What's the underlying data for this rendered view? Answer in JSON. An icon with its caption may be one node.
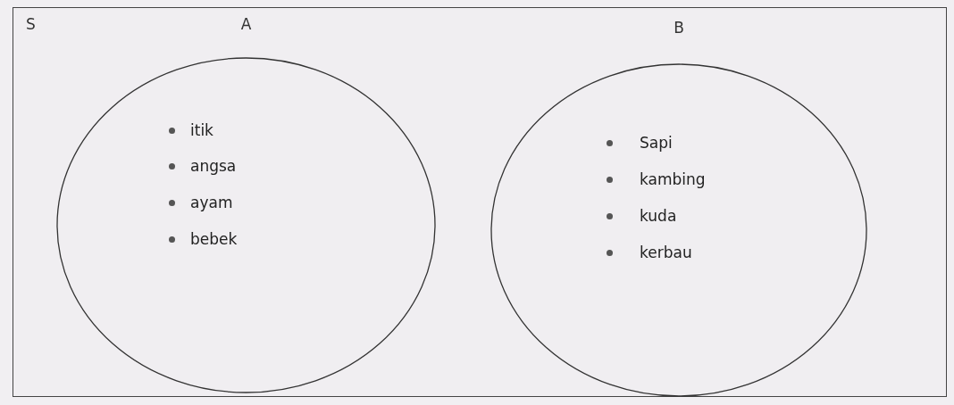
{
  "diagram": {
    "nodes": [
      {
        "text": [
          "S"
        ]
      },
      {
        "text": [
          "A",
          "itik",
          "angsa",
          "ayam",
          "bebek"
        ],
        "in": 0
      },
      {
        "text": [
          "B",
          "Sapi",
          "kambing",
          "kuda",
          "kerbau"
        ],
        "in": 0
      }
    ],
    "edges": []
  }
}
